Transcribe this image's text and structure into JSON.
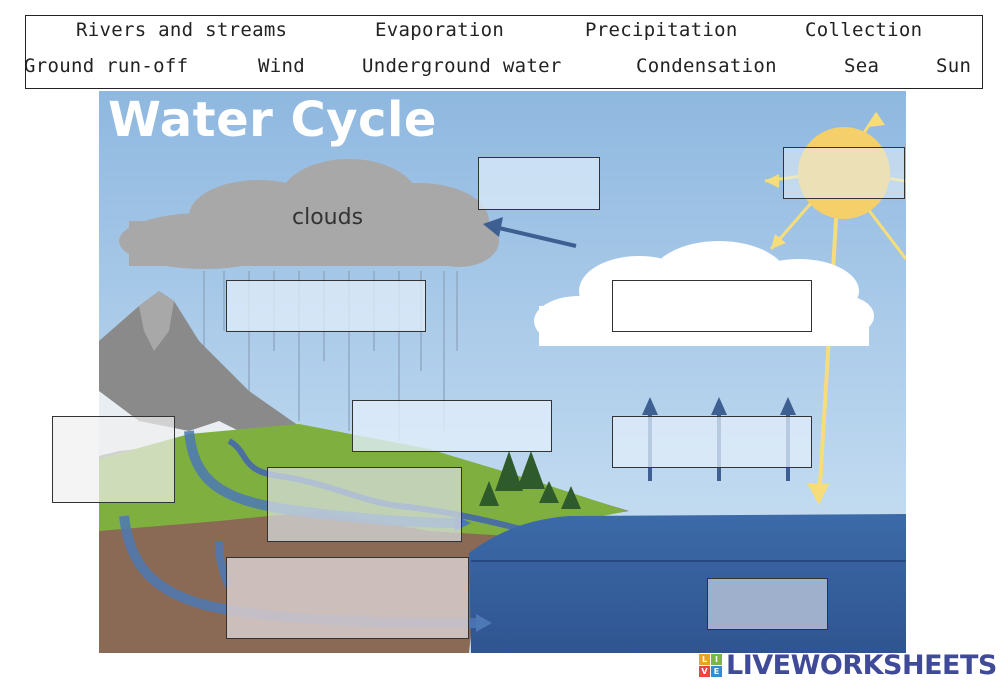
{
  "word_bank": [
    "Rivers and streams",
    "Evaporation",
    "Precipitation",
    "Collection",
    "Ground run-off",
    "Wind",
    "Underground water",
    "Condensation",
    "Sea",
    "Sun"
  ],
  "diagram": {
    "title": "Water Cycle",
    "clouds_label": "clouds"
  },
  "answer_boxes": [
    {
      "value": ""
    },
    {
      "value": ""
    },
    {
      "value": ""
    },
    {
      "value": ""
    },
    {
      "value": ""
    },
    {
      "value": ""
    },
    {
      "value": ""
    },
    {
      "value": ""
    },
    {
      "value": ""
    },
    {
      "value": ""
    }
  ],
  "footer": {
    "logo_mark": [
      "L",
      "I",
      "V",
      "E"
    ],
    "brand": "LIVEWORKSHEETS"
  }
}
